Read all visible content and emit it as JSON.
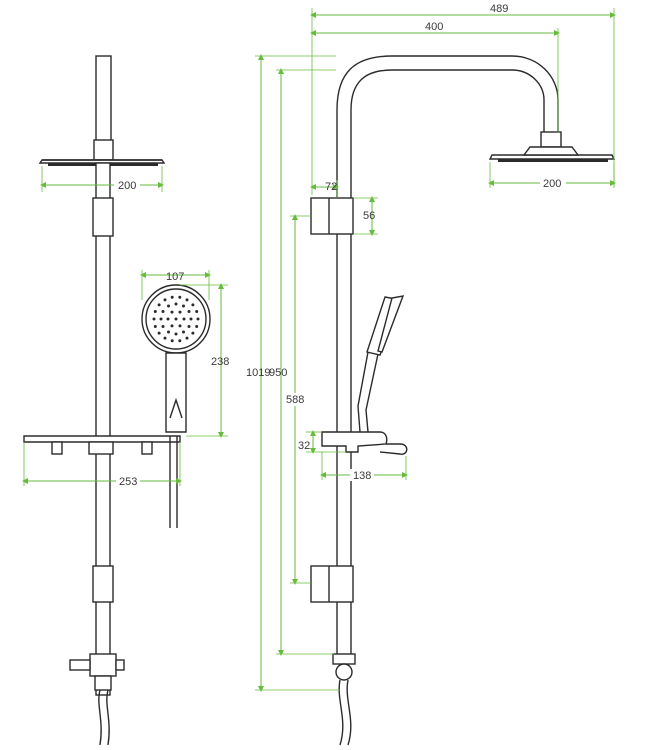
{
  "dimensions": {
    "total_width": "489",
    "arm_width": "400",
    "head_width_side": "200",
    "head_width_front": "200",
    "bracket_offset": "72",
    "bracket_height": "56",
    "hand_shower_width": "107",
    "hand_shower_height": "238",
    "total_height_a": "1019",
    "total_height_b": "950",
    "bracket_span": "588",
    "shelf_thickness": "32",
    "shelf_depth": "138",
    "shelf_width": "253"
  },
  "colors": {
    "dimension_line": "#66bb3c",
    "part_outline": "#2b2b2b",
    "dimension_text": "#3a3a3a"
  }
}
